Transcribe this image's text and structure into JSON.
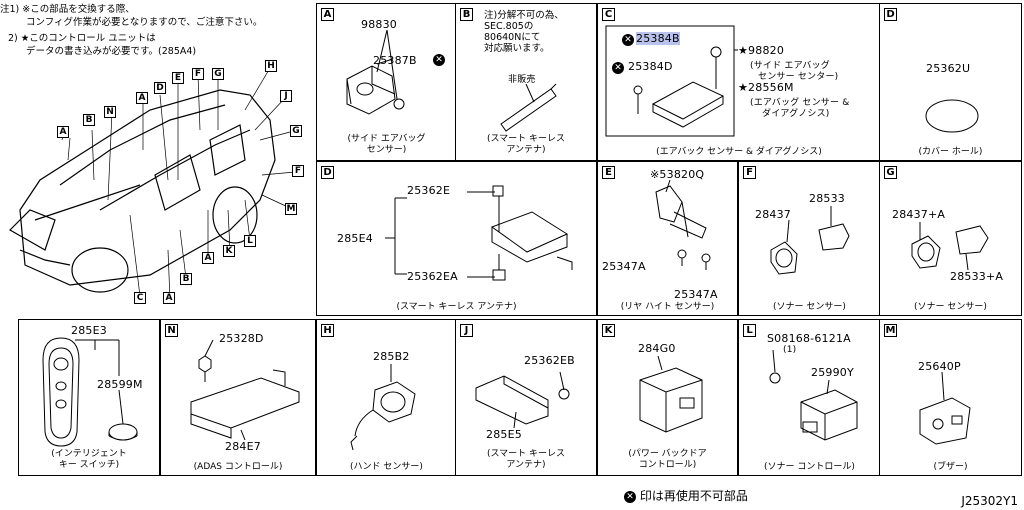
{
  "notes": {
    "line1": "注1) ※この部品を交換する際、",
    "line2": "コンフィグ作業が必要となりますので、ご注意下さい。",
    "line3": "2) ★このコントロール ユニットは",
    "line4": "データの書き込みが必要です。(285A4)"
  },
  "overview_labels": [
    "A",
    "B",
    "N",
    "D",
    "E",
    "F",
    "G",
    "H",
    "J",
    "G",
    "F",
    "M",
    "L",
    "K",
    "A",
    "B",
    "C",
    "A",
    "A"
  ],
  "cells": {
    "A": {
      "letter": "A",
      "parts": [
        "98830",
        "25387B"
      ],
      "caption": "(サイド エアバッグ\nセンサー)"
    },
    "B": {
      "letter": "B",
      "note": "注)分解不可の為、\nSEC.805の\n80640Nにて\n対応願います。",
      "label": "非販売",
      "caption": "(スマート キーレス\nアンテナ)"
    },
    "C": {
      "letter": "C",
      "parts": [
        "25384B",
        "25384D",
        "★98820",
        "(サイド エアバッグ",
        "センサー センター)",
        "★28556M",
        "(エアバッグ センサー &",
        "ダイアグノシス)"
      ],
      "caption": "(エアバック センサー & ダイアグノシス)"
    },
    "D1": {
      "letter": "D",
      "parts": [
        "25362U"
      ],
      "caption": "(カバー ホール)"
    },
    "D": {
      "letter": "D",
      "parts": [
        "25362E",
        "285E4",
        "25362EA"
      ],
      "caption": "(スマート キーレス アンテナ)"
    },
    "E": {
      "letter": "E",
      "parts": [
        "※53820Q",
        "25347A",
        "25347A"
      ],
      "caption": "(リヤ ハイト センサー)"
    },
    "F": {
      "letter": "F",
      "parts": [
        "28437",
        "28533"
      ],
      "caption": "(ソナー センサー)"
    },
    "G": {
      "letter": "G",
      "parts": [
        "28437+A",
        "28533+A"
      ],
      "caption": "(ソナー センサー)"
    },
    "K1": {
      "parts": [
        "285E3",
        "28599M"
      ],
      "caption": "(インテリジェント\nキー スイッチ)"
    },
    "N": {
      "letter": "N",
      "parts": [
        "25328D",
        "284E7"
      ],
      "caption": "(ADAS コントロール)"
    },
    "H": {
      "letter": "H",
      "parts": [
        "285B2"
      ],
      "caption": "(ハンド センサー)"
    },
    "J": {
      "letter": "J",
      "parts": [
        "25362EB",
        "285E5"
      ],
      "caption": "(スマート キーレス\nアンテナ)"
    },
    "K": {
      "letter": "K",
      "parts": [
        "284G0"
      ],
      "caption": "(パワー バックドア\nコントロール)"
    },
    "L": {
      "letter": "L",
      "parts": [
        "S08168-6121A",
        "(1)",
        "25990Y"
      ],
      "caption": "(ソナー コントロール)"
    },
    "M": {
      "letter": "M",
      "parts": [
        "25640P"
      ],
      "caption": "(ブザー)"
    }
  },
  "footer": {
    "legend": "印は再使用不可部品",
    "drawing_no": "J25302Y1"
  },
  "colors": {
    "highlight": "#b9c2ea",
    "line": "#000000"
  }
}
